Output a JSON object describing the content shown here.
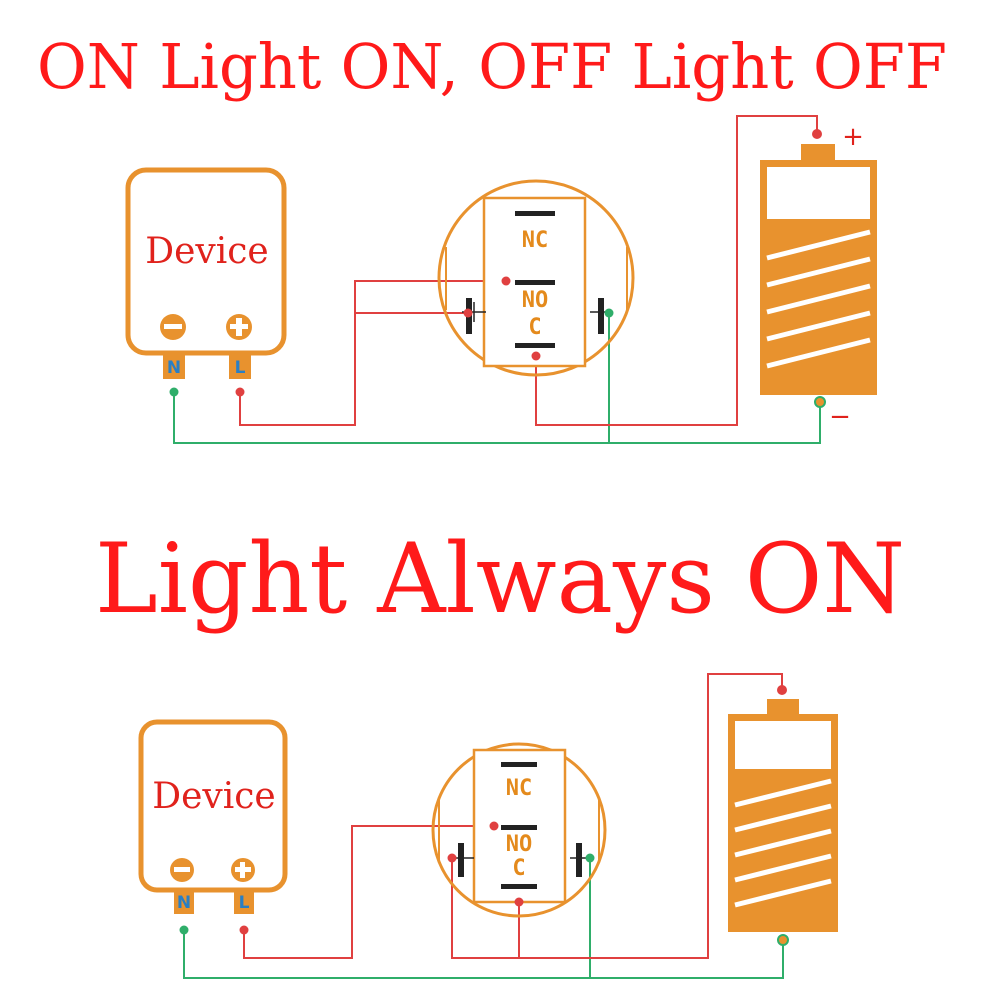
{
  "titles": {
    "top": "ON Light ON, OFF Light OFF",
    "bottom": "Light Always ON"
  },
  "diagram_top": {
    "device_label": "Device",
    "pin_n": "N",
    "pin_l": "L",
    "terminal_nc": "NC",
    "terminal_no": "NO",
    "terminal_c": "C",
    "battery_plus": "+",
    "battery_minus": "−"
  },
  "diagram_bottom": {
    "device_label": "Device",
    "pin_n": "N",
    "pin_l": "L",
    "terminal_nc": "NC",
    "terminal_no": "NO",
    "terminal_c": "C"
  },
  "colors": {
    "title": "#ff1a1a",
    "outline": "#e8922e",
    "wire_red": "#e04040",
    "wire_green": "#2fae6a",
    "terminal_fill": "#e48a1c"
  }
}
